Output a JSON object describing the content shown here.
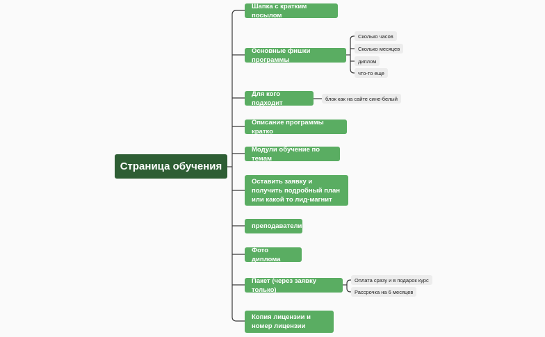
{
  "root": {
    "label": "Страница обучения"
  },
  "branches": [
    {
      "label": "Шапка с кратким посылом",
      "children": []
    },
    {
      "label": "Основные фишки программы",
      "children": [
        "Сколько часов",
        "Сколько месяцев",
        "диплом",
        "что-то еще"
      ]
    },
    {
      "label": "Для кого подходит",
      "children": [
        "блок как на сайте сине-белый"
      ]
    },
    {
      "label": "Описание программы кратко",
      "children": []
    },
    {
      "label": "Модули обучение по темам",
      "children": []
    },
    {
      "label": "Оставить заявку и получить подробный план или какой то лид-магнит",
      "children": []
    },
    {
      "label": "преподаватели",
      "children": []
    },
    {
      "label": "Фото диплома",
      "children": []
    },
    {
      "label": "Пакет (через заявку только)",
      "children": [
        "Оплата сразу и в подарок курс",
        "Рассрочка на 6 месяцев"
      ]
    },
    {
      "label": "Копия лицензии и номер лицензии",
      "children": []
    }
  ],
  "colors": {
    "root": "#2e5e34",
    "branch": "#5aad62",
    "leaf": "#ececec",
    "connector": "#3a3a3a"
  }
}
